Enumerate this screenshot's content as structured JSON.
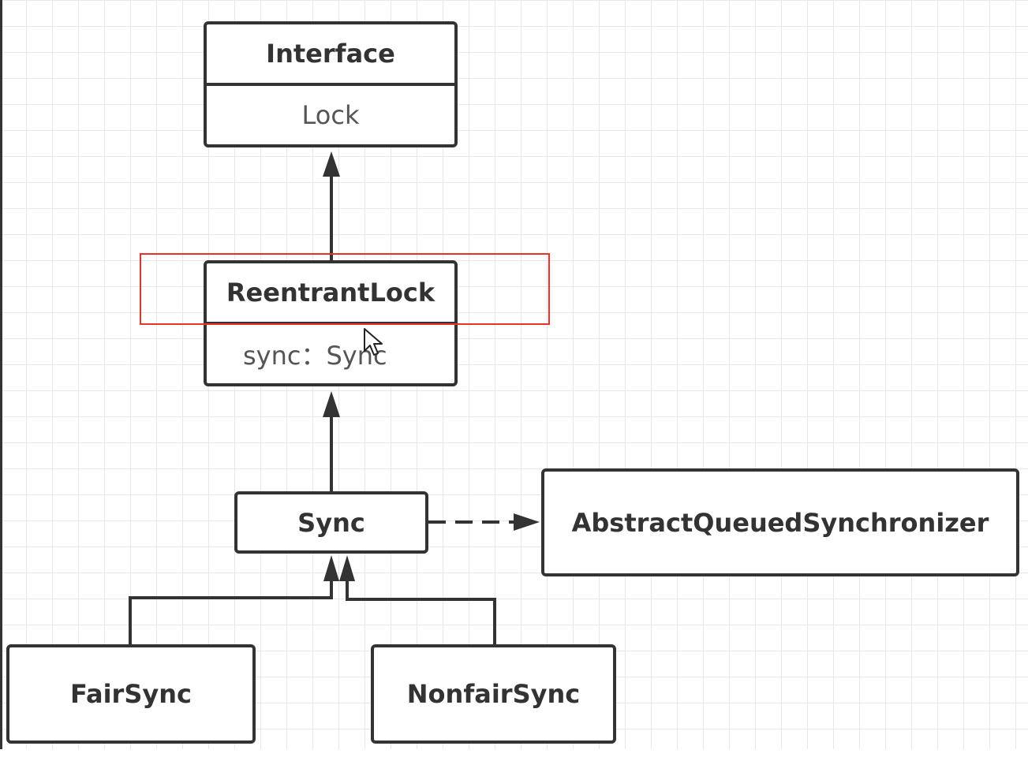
{
  "nodes": {
    "interface_box": {
      "header": "Interface",
      "body": "Lock"
    },
    "reentrantlock_box": {
      "header": "ReentrantLock",
      "body": "sync：Sync"
    },
    "sync_box": {
      "label": "Sync"
    },
    "aqs_box": {
      "label": "AbstractQueuedSynchronizer"
    },
    "fairsync_box": {
      "label": "FairSync"
    },
    "nonfairsync_box": {
      "label": "NonfairSync"
    }
  },
  "colors": {
    "stroke": "#333333",
    "highlight": "#e8332b",
    "grid": "#e8e8e8"
  }
}
